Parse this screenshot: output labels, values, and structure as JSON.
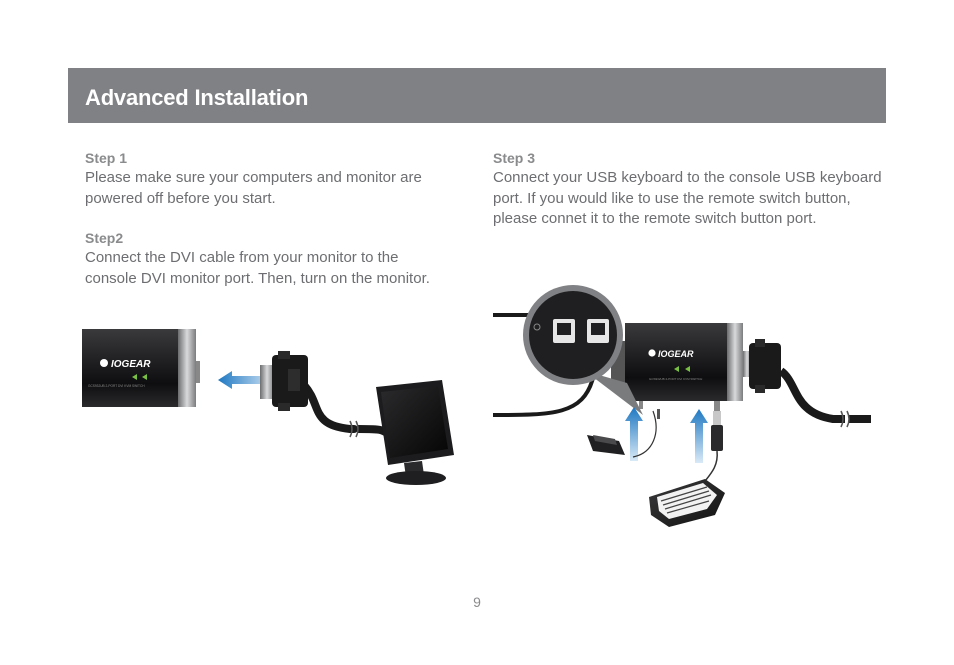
{
  "header": {
    "title": "Advanced Installation",
    "bar_color": "#808184"
  },
  "steps": [
    {
      "title": "Step 1",
      "body": "Please make sure your computers and monitor are powered off before you start."
    },
    {
      "title": "Step2",
      "body": "Connect the DVI cable from your monitor to the console DVI monitor port.  Then, turn on the monitor."
    },
    {
      "title": "Step 3",
      "body": "Connect your USB keyboard to the console USB keyboard port. If you would like to use the remote switch button, please connet it to the remote switch button port."
    }
  ],
  "illustrations": {
    "left": {
      "device_logo": "IOGEAR",
      "device_label": "GCS932UB  2-PORT DVI KVM SWITCH",
      "icons": [
        "kvm-switch-icon",
        "dvi-connector-icon",
        "arrow-left-icon",
        "monitor-icon"
      ]
    },
    "right": {
      "device_logo": "IOGEAR",
      "device_label": "GCS932UB  2-PORT DVI KVM SWITCH",
      "icons": [
        "kvm-switch-icon",
        "magnifier-icon",
        "remote-switch-icon",
        "keyboard-icon",
        "arrow-up-icon"
      ]
    }
  },
  "colors": {
    "text_gray": "#6d6e71",
    "accent_blue": "#1e78c2",
    "led_green": "#7ac143"
  },
  "page_number": "9"
}
